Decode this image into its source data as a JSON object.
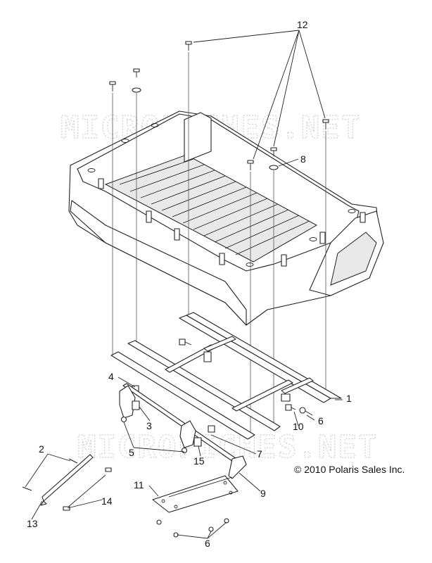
{
  "watermark": "MICROFICHES.NET",
  "copyright": "© 2010 Polaris Sales Inc.",
  "callouts": {
    "c1": "1",
    "c2": "2",
    "c3": "3",
    "c4": "4",
    "c5": "5",
    "c6a": "6",
    "c6b": "6",
    "c7": "7",
    "c8": "8",
    "c9": "9",
    "c10": "10",
    "c11": "11",
    "c12": "12",
    "c13": "13",
    "c14": "14",
    "c15": "15"
  },
  "colors": {
    "line": "#222222",
    "watermark": "#cfcfcf",
    "background": "#ffffff"
  },
  "icons": [
    "bolt-icon",
    "washer-icon",
    "gas-strut-icon",
    "latch-icon",
    "grommet-icon"
  ]
}
